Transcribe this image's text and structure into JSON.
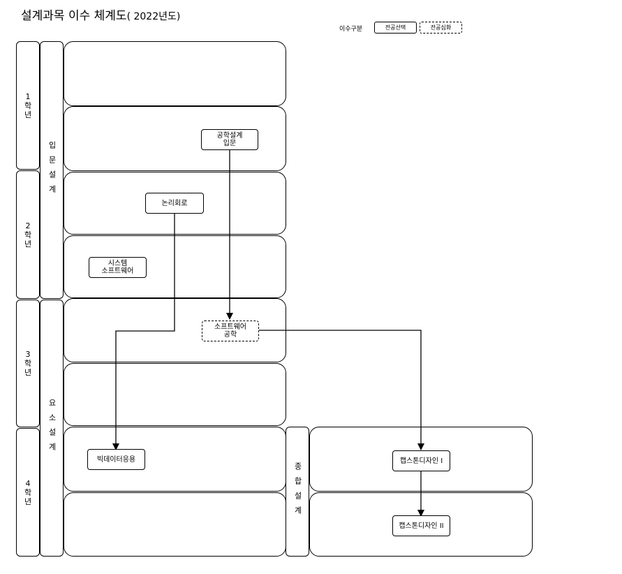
{
  "title": {
    "main": "설계과목 이수 체계도",
    "year": "( 2022년도)"
  },
  "legend": {
    "label": "이수구분",
    "major_elective": "전공선택",
    "major_advanced": "전공심화"
  },
  "years": [
    "1\n학\n년",
    "2\n학\n년",
    "3\n학\n년",
    "4\n학\n년"
  ],
  "design_types": {
    "intro": "입문설계",
    "element": "요소설계",
    "comprehensive": "종합설계"
  },
  "courses": {
    "eng_design_intro": "공학설계\n입문",
    "logic_circuits": "논리회로",
    "system_software": "시스템\n소프트웨어",
    "software_eng": "소프트웨어\n공학",
    "bigdata": "빅데이터응용",
    "capstone1": "캡스톤디자인 I",
    "capstone2": "캡스톤디자인 II"
  }
}
